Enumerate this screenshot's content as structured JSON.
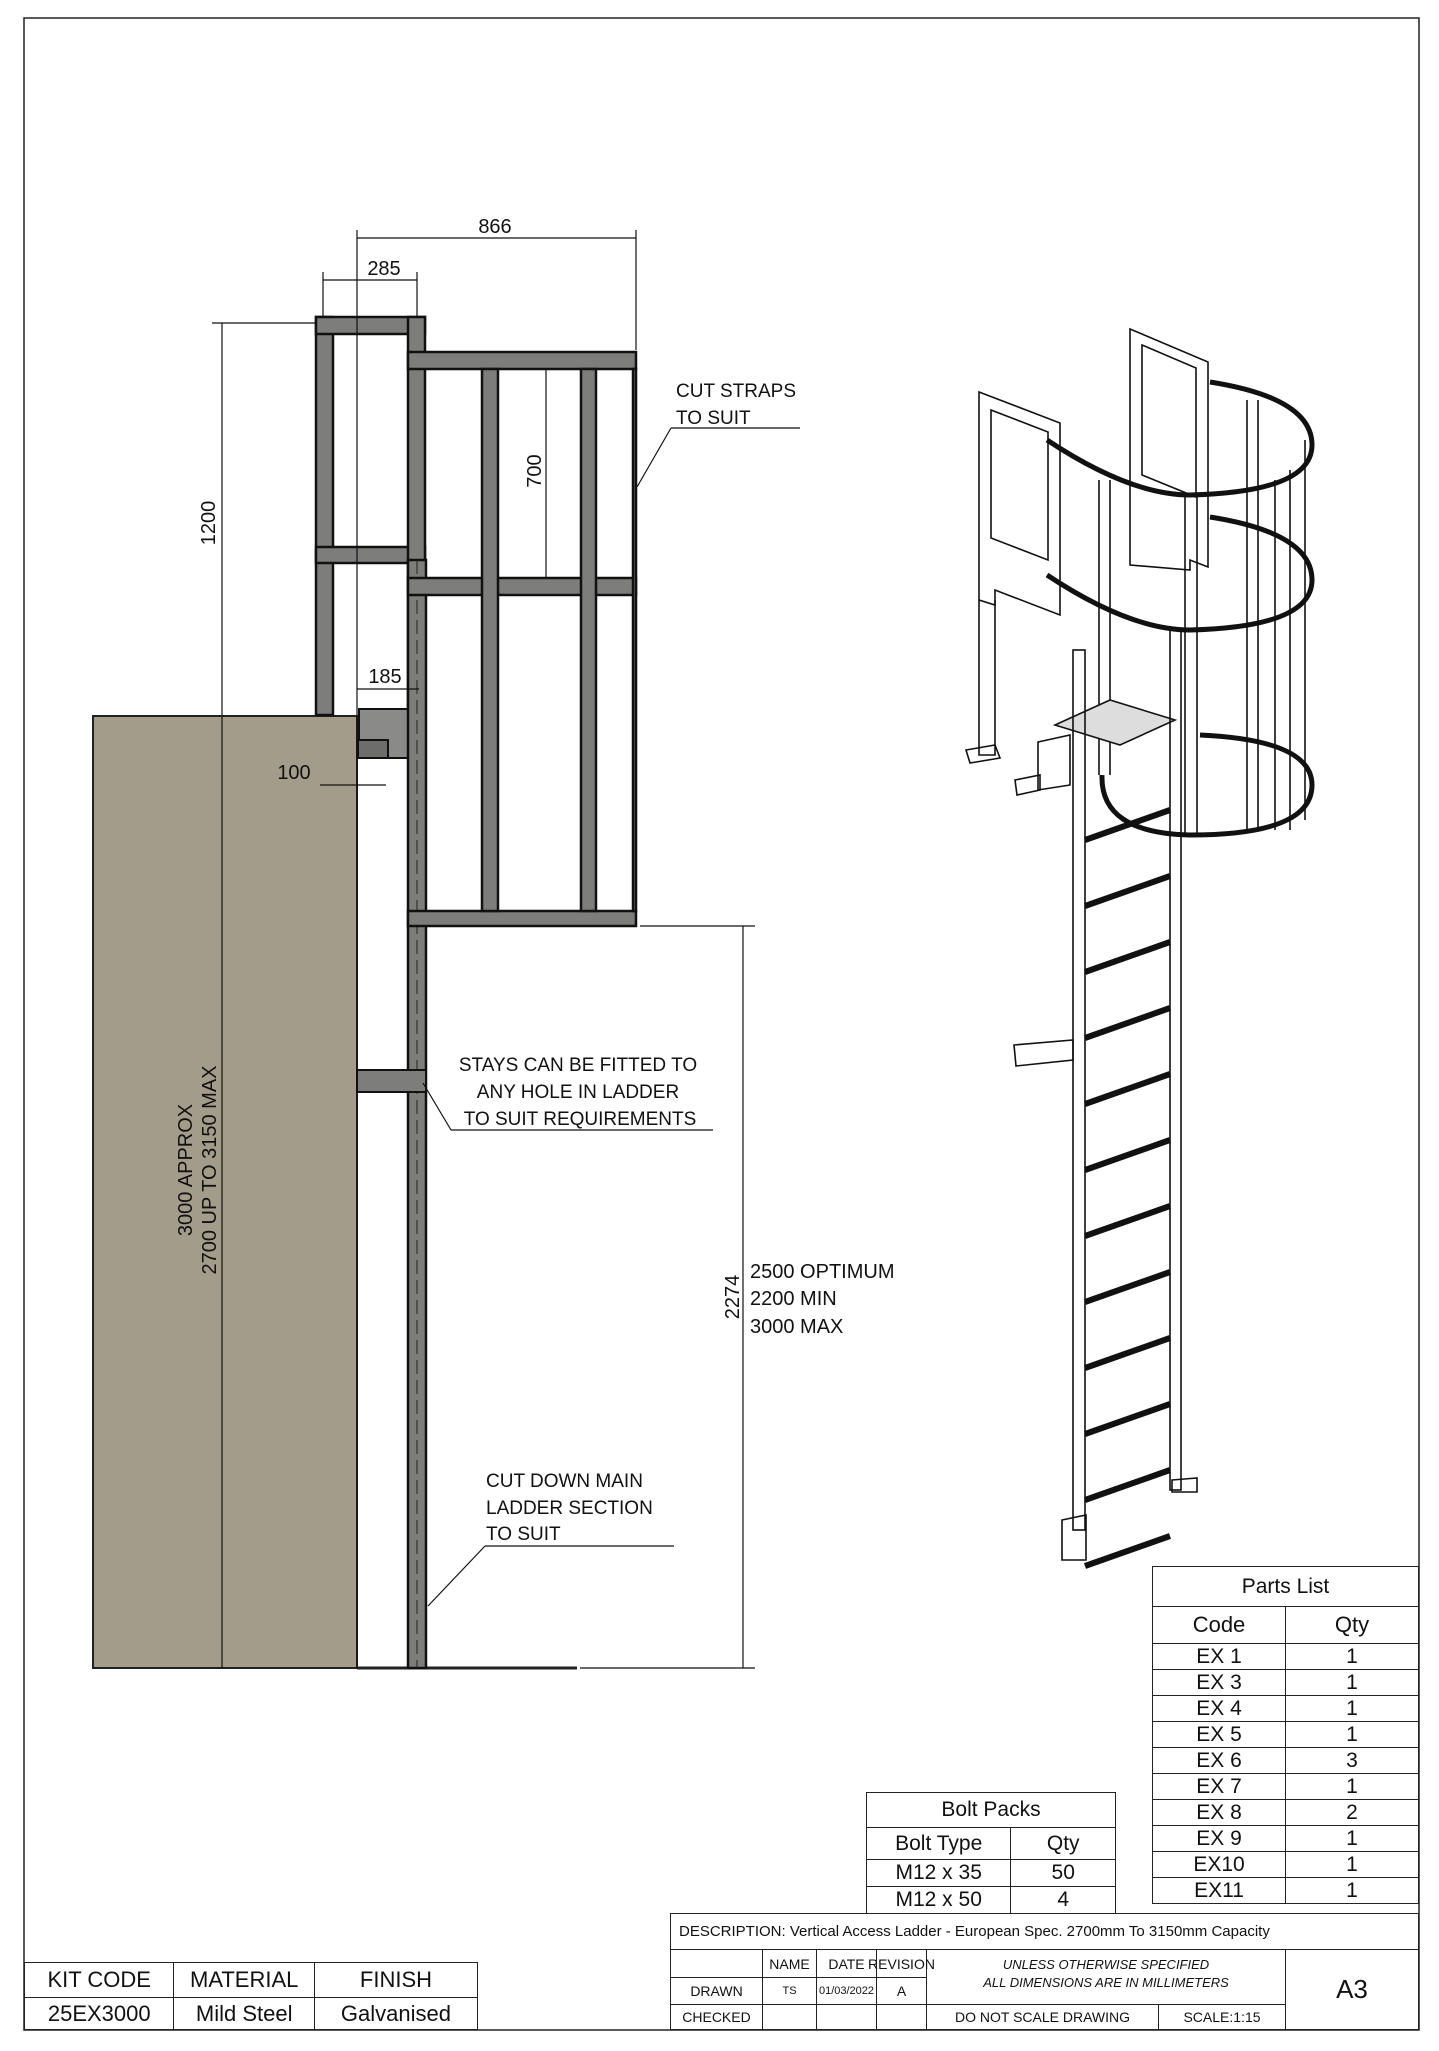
{
  "dimensions": {
    "overall_width": "866",
    "frame_width": "285",
    "top_height": "1200",
    "hoop_spacing": "700",
    "stay_offset": "185",
    "wall_offset": "100",
    "wall_height_line1": "3000 APPROX",
    "wall_height_line2": "2700 UP TO 3150 MAX",
    "cage_start": "2274",
    "cage_notes": [
      "2500 OPTIMUM",
      "2200 MIN",
      "3000 MAX"
    ]
  },
  "notes": {
    "cut_straps": [
      "CUT STRAPS",
      "TO SUIT"
    ],
    "stays": [
      "STAYS CAN BE FITTED TO",
      "ANY HOLE IN LADDER",
      "TO SUIT REQUIREMENTS"
    ],
    "cut_down": [
      "CUT DOWN MAIN",
      "LADDER SECTION",
      " TO SUIT"
    ]
  },
  "parts_list": {
    "title": "Parts List",
    "headers": [
      "Code",
      "Qty"
    ],
    "rows": [
      [
        "EX 1",
        "1"
      ],
      [
        "EX 3",
        "1"
      ],
      [
        "EX 4",
        "1"
      ],
      [
        "EX 5",
        "1"
      ],
      [
        "EX 6",
        "3"
      ],
      [
        "EX 7",
        "1"
      ],
      [
        "EX 8",
        "2"
      ],
      [
        "EX 9",
        "1"
      ],
      [
        "EX10",
        "1"
      ],
      [
        "EX11",
        "1"
      ]
    ]
  },
  "bolt_packs": {
    "title": "Bolt Packs",
    "headers": [
      "Bolt Type",
      "Qty"
    ],
    "rows": [
      [
        "M12 x 35",
        "50"
      ],
      [
        "M12 x 50",
        "4"
      ]
    ]
  },
  "kit": {
    "headers": [
      "KIT CODE",
      "MATERIAL",
      "FINISH"
    ],
    "values": [
      "25EX3000",
      "Mild Steel",
      "Galvanised"
    ]
  },
  "title_block": {
    "description": "DESCRIPTION:  Vertical Access Ladder - European Spec. 2700mm To 3150mm Capacity",
    "name_label": "NAME",
    "date_label": "DATE",
    "revision_label": "REVISION",
    "drawn_label": "DRAWN",
    "checked_label": "CHECKED",
    "drawn_name": "TS",
    "drawn_date": "01/03/2022",
    "revision": "A",
    "units_line1": "UNLESS OTHERWISE SPECIFIED",
    "units_line2": "ALL DIMENSIONS ARE IN MILLIMETERS",
    "do_not_scale": "DO NOT SCALE DRAWING",
    "scale": "SCALE:1:15",
    "sheet_size": "A3"
  },
  "colors": {
    "wall": "#a39c8b",
    "steel": "#7d7d7b",
    "line": "#111111"
  }
}
